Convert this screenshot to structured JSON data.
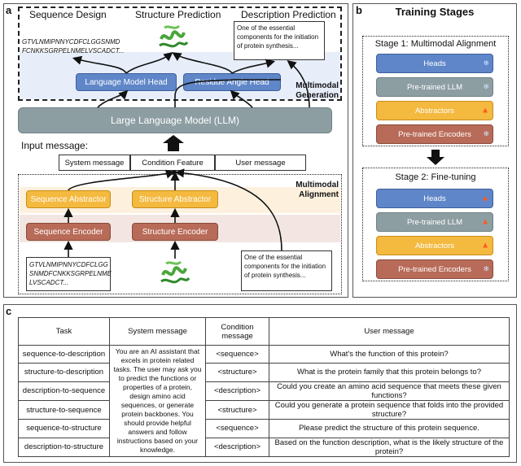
{
  "panel_a": {
    "label": "a",
    "top_titles": [
      "Sequence Design",
      "Structure Prediction",
      "Description Prediction"
    ],
    "top_sequence": "GTVLNMIPNNYCDFCLGGSNMD FCNKKSGRPELNMELVSCADCT...",
    "top_description": "One of the essential components for the initiation of protein synthesis...",
    "heads": [
      "Language Model Head",
      "Residue Angle Head"
    ],
    "generation_label": "Multimodal Generation",
    "llm_label": "Large Language Model (LLM)",
    "input_message_label": "Input message:",
    "input_segments": [
      "System message",
      "Condition Feature",
      "User message"
    ],
    "abstractors": [
      "Sequence Abstractor",
      "Structure Abstractor"
    ],
    "encoders": [
      "Sequence Encoder",
      "Structure Encoder"
    ],
    "alignment_label": "Multimodal Alignment",
    "bottom_sequence": "GTVLNMIPNNYCDFCLGG SNMDFCNKKSGRPELNME LVSCADCT...",
    "bottom_description": "One of the essential components for the initiation of protein synthesis..."
  },
  "panel_b": {
    "label": "b",
    "title": "Training Stages",
    "stage1_title": "Stage 1: Multimodal Alignment",
    "stage2_title": "Stage 2: Fine-tuning",
    "stage1": [
      {
        "label": "Heads",
        "color": "#5f86c8",
        "icon": "snowflake-icon"
      },
      {
        "label": "Pre-trained LLM",
        "color": "#8d9ea3",
        "icon": "snowflake-icon"
      },
      {
        "label": "Abstractors",
        "color": "#f4b93f",
        "icon": "fire-icon"
      },
      {
        "label": "Pre-trained Encoders",
        "color": "#b86b58",
        "icon": "snowflake-icon"
      }
    ],
    "stage2": [
      {
        "label": "Heads",
        "color": "#5f86c8",
        "icon": "fire-icon"
      },
      {
        "label": "Pre-trained LLM",
        "color": "#8d9ea3",
        "icon": "fire-icon"
      },
      {
        "label": "Abstractors",
        "color": "#f4b93f",
        "icon": "fire-icon"
      },
      {
        "label": "Pre-trained Encoders",
        "color": "#b86b58",
        "icon": "snowflake-icon"
      }
    ]
  },
  "panel_c": {
    "label": "c",
    "headers": [
      "Task",
      "System message",
      "Condition message",
      "User message"
    ],
    "system_message": "You are an AI assistant that excels in protein related tasks. The user may ask you to predict the functions or properties of a protein, design amino acid sequences, or generate protein backbones. You should provide helpful answers and follow instructions based on your knowledge.",
    "rows": [
      {
        "task": "sequence-to-description",
        "condition": "<sequence>",
        "user": "What's the function of this protein?"
      },
      {
        "task": "structure-to-description",
        "condition": "<structure>",
        "user": "What is the protein family that this protein belongs to?"
      },
      {
        "task": "description-to-sequence",
        "condition": "<description>",
        "user": "Could you create an amino acid sequence that meets these given functions?"
      },
      {
        "task": "structure-to-sequence",
        "condition": "<structure>",
        "user": "Could you generate a protein sequence that folds into the provided structure?"
      },
      {
        "task": "sequence-to-structure",
        "condition": "<sequence>",
        "user": "Please predict the structure of this protein sequence."
      },
      {
        "task": "description-to-structure",
        "condition": "<description>",
        "user": "Based on the function description,  what is the likely structure of the protein?"
      }
    ]
  }
}
